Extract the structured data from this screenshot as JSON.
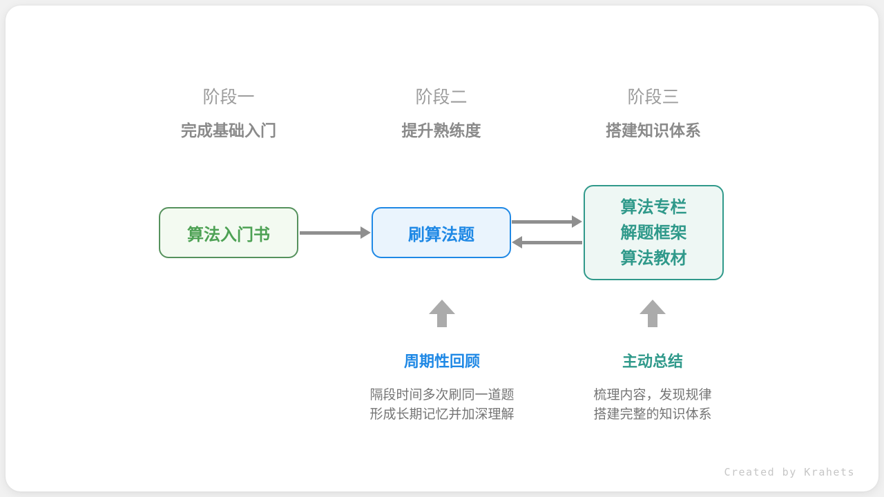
{
  "stages": [
    {
      "label": "阶段一",
      "subtitle": "完成基础入门"
    },
    {
      "label": "阶段二",
      "subtitle": "提升熟练度"
    },
    {
      "label": "阶段三",
      "subtitle": "搭建知识体系"
    }
  ],
  "nodes": [
    {
      "id": "intro-book",
      "lines": [
        "算法入门书"
      ],
      "accent": "#4da154"
    },
    {
      "id": "practice-problems",
      "lines": [
        "刷算法题"
      ],
      "accent": "#1e88e5"
    },
    {
      "id": "knowledge-sources",
      "lines": [
        "算法专栏",
        "解题框架",
        "算法教材"
      ],
      "accent": "#2f998a"
    }
  ],
  "edges": [
    {
      "from": "intro-book",
      "to": "practice-problems",
      "direction": "right"
    },
    {
      "from": "practice-problems",
      "to": "knowledge-sources",
      "direction": "right"
    },
    {
      "from": "knowledge-sources",
      "to": "practice-problems",
      "direction": "left"
    },
    {
      "from": "periodic-review",
      "to": "practice-problems",
      "direction": "up"
    },
    {
      "from": "active-summary",
      "to": "knowledge-sources",
      "direction": "up"
    }
  ],
  "annotations": [
    {
      "title": "周期性回顾",
      "lines": [
        "隔段时间多次刷同一道题",
        "形成长期记忆并加深理解"
      ]
    },
    {
      "title": "主动总结",
      "lines": [
        "梳理内容，发现规律",
        "搭建完整的知识体系"
      ]
    }
  ],
  "footer": {
    "credit": "Created by Krahets"
  },
  "colors": {
    "green_accent": "#4da154",
    "green_border": "#55915c",
    "green_bg": "#f3faf1",
    "blue_accent": "#1e88e5",
    "blue_bg": "#eaf4fd",
    "teal_accent": "#2f998a",
    "teal_bg": "#eef7f4",
    "arrow_gray": "#8f8f8f",
    "up_arrow_gray": "#ababab",
    "heading_gray": "#9c9c9c",
    "subtitle_gray": "#8a8a8a",
    "body_gray": "#757575",
    "credit_gray": "#c6c6c6"
  }
}
